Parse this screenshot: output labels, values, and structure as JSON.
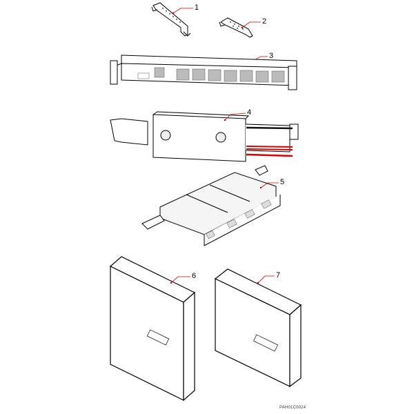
{
  "diagram": {
    "type": "exploded component illustration",
    "components": [
      {
        "id": 1,
        "label": "1",
        "description": "mounting bracket (long)"
      },
      {
        "id": 2,
        "label": "2",
        "description": "mounting bracket (short)"
      },
      {
        "id": 3,
        "label": "3",
        "description": "19-inch rack-mount unit with terminal blocks"
      },
      {
        "id": 4,
        "label": "4",
        "description": "rack-mount box with cable tray and red/black wires"
      },
      {
        "id": 5,
        "label": "5",
        "description": "module with mounting brackets and front ports"
      },
      {
        "id": 6,
        "label": "6",
        "description": "wall-mount enclosure (tall)"
      },
      {
        "id": 7,
        "label": "7",
        "description": "wall-mount enclosure (square)"
      }
    ],
    "drawing_code": "PAH01C0024",
    "colors": {
      "callout_line": "#cc0000",
      "line_art": "#000000",
      "wire_red": "#d40000",
      "wire_black": "#111111"
    }
  }
}
